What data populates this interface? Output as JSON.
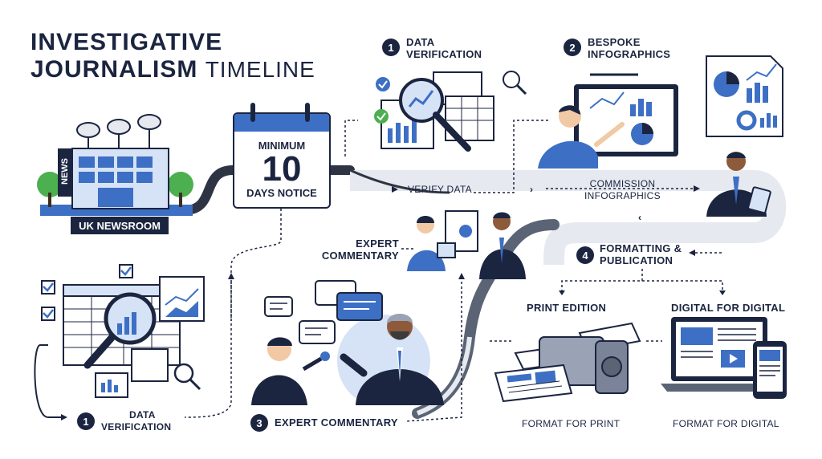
{
  "title": {
    "line1": "INVESTIGATIVE",
    "line2": "JOURNALISM",
    "line3": "TIMELINE"
  },
  "newsroom": {
    "label": "UK NEWSROOM",
    "sign": "NEWS"
  },
  "notice": {
    "top": "MINIMUM",
    "number": "10",
    "bottom": "DAYS NOTICE"
  },
  "steps": {
    "s1_top": {
      "number": "1",
      "label_line1": "DATA",
      "label_line2": "VERIFICATION"
    },
    "s2": {
      "number": "2",
      "label_line1": "BESPOKE",
      "label_line2": "INFOGRAPHICS"
    },
    "s1_bottom": {
      "number": "1",
      "label_line1": "DATA",
      "label_line2": "VERIFICATION"
    },
    "s3": {
      "number": "3",
      "label": "EXPERT COMMENTARY"
    },
    "s4": {
      "number": "4",
      "label_line1": "FORMATTING &",
      "label_line2": "PUBLICATION"
    }
  },
  "path_labels": {
    "verify": "VERIFY DATA",
    "commission_line1": "COMMISSION",
    "commission_line2": "INFOGRAPHICS",
    "expert_line1": "EXPERT",
    "expert_line2": "COMMENTARY"
  },
  "outputs": {
    "print_title": "PRINT EDITION",
    "digital_title": "DIGITAL FOR DIGITAL",
    "print_caption": "FORMAT FOR PRINT",
    "digital_caption": "FORMAT FOR DIGITAL"
  },
  "colors": {
    "navy": "#1b2540",
    "blue": "#3d6fc4",
    "light_blue": "#d6e3f6",
    "road": "#2e3443",
    "road_light": "#e6e9ef",
    "green": "#4caf50"
  }
}
